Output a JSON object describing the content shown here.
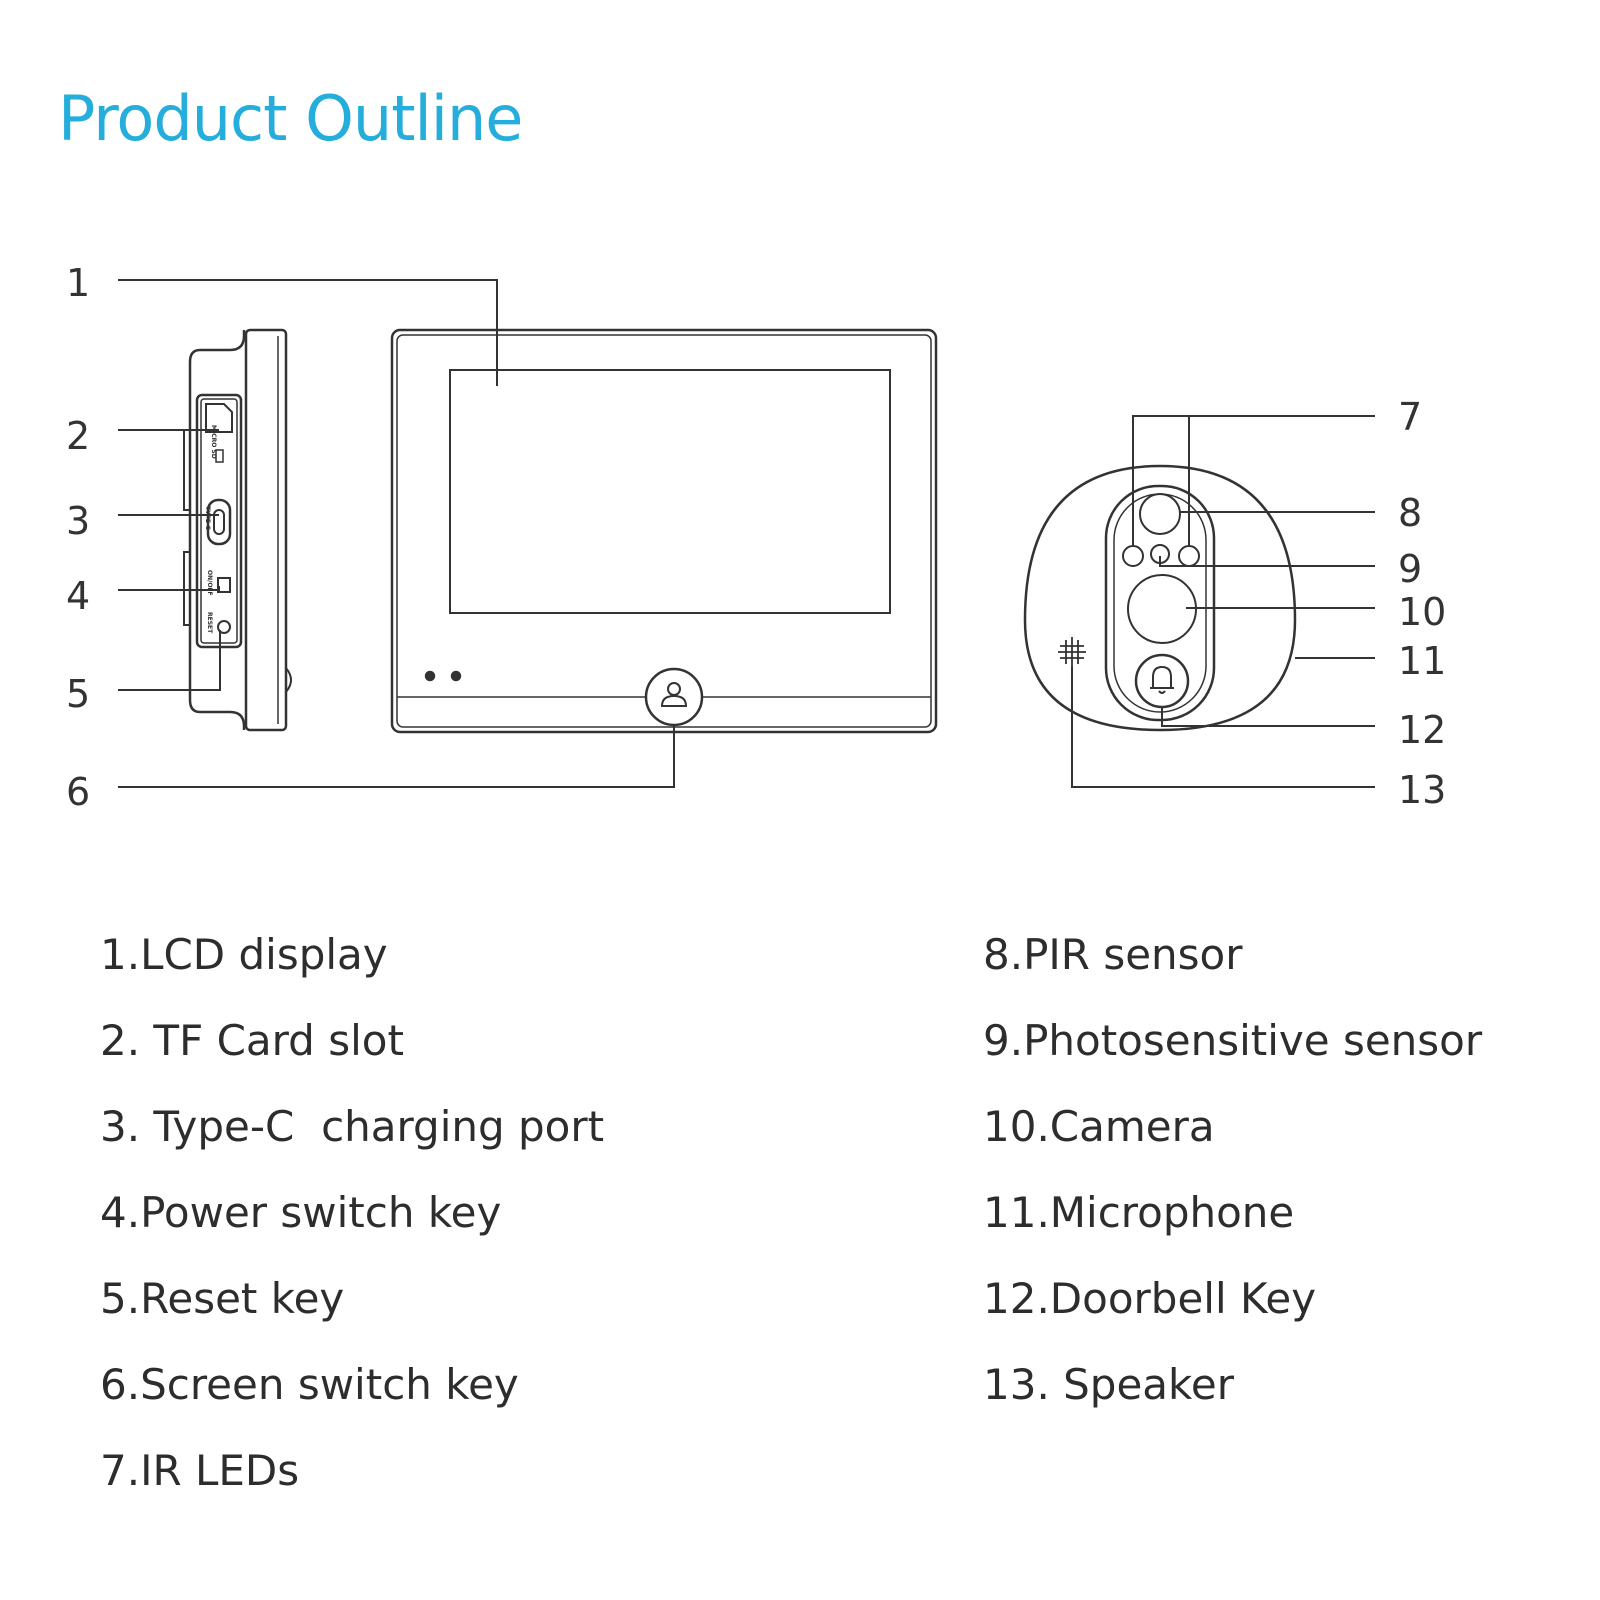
{
  "page_title": "Product Outline",
  "callout_numbers": [
    "1",
    "2",
    "3",
    "4",
    "5",
    "6",
    "7",
    "8",
    "9",
    "10",
    "11",
    "12",
    "13"
  ],
  "port_labels": {
    "tf_slot": "MICRO SD",
    "type_c": "TYPE-C",
    "power": "ON/OFF",
    "reset": "RESET"
  },
  "legend_left": [
    "1.LCD display",
    "2. TF Card slot",
    "3. Type-C  charging port",
    "4.Power switch key",
    "5.Reset key",
    "6.Screen switch key",
    "7.IR LEDs"
  ],
  "legend_right": [
    "8.PIR sensor",
    "9.Photosensitive sensor",
    "10.Camera",
    "11.Microphone",
    "12.Doorbell Key",
    "13. Speaker"
  ],
  "colors": {
    "title": "#25aedb",
    "line": "#333333",
    "text": "#2d2d2d"
  },
  "icons": {
    "screen_switch": "person-icon",
    "doorbell": "bell-icon",
    "speaker": "speaker-grille-icon"
  }
}
